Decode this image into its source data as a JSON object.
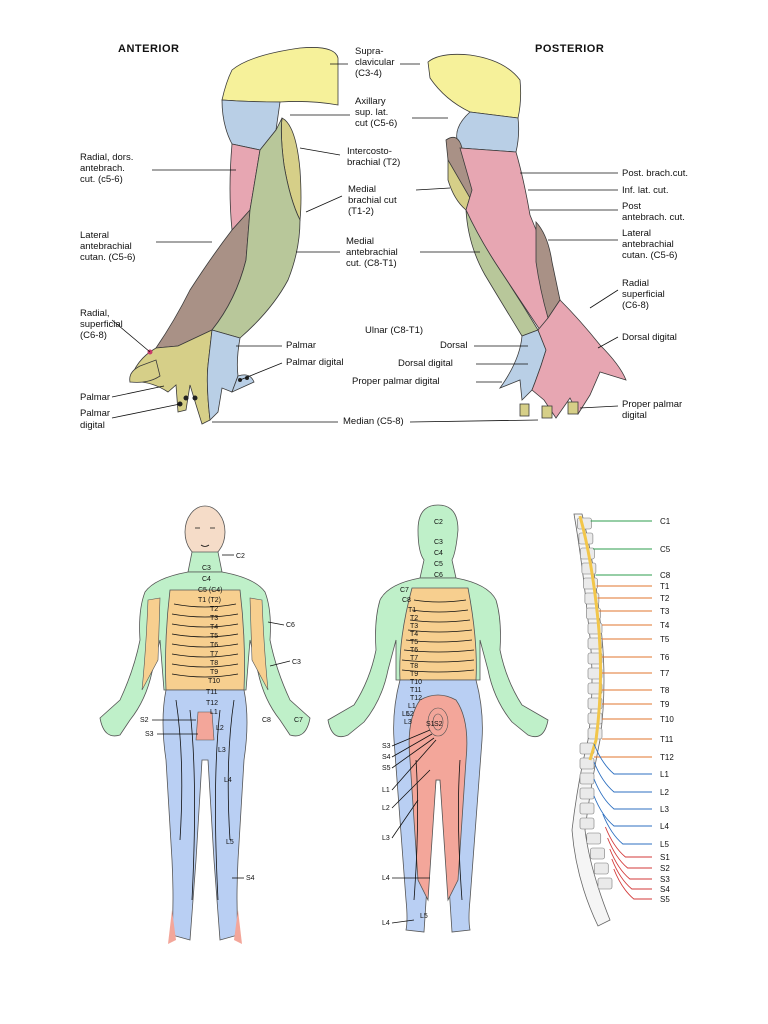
{
  "headers": {
    "anterior": "ANTERIOR",
    "posterior": "POSTERIOR"
  },
  "colors": {
    "yellow": "#f6f19a",
    "blue": "#b9cfe6",
    "pink": "#e7a6b2",
    "olive": "#d6cf88",
    "green": "#b8c79a",
    "brown": "#a99186",
    "body_green": "#bff0c9",
    "body_orange": "#f7cf8f",
    "body_blue": "#b9cff3",
    "body_red": "#f3a69a",
    "spine_cervical": "#2e9e4d",
    "spine_thoracic": "#e2742d",
    "spine_lumbar": "#2c6fc0",
    "spine_sacral": "#d33a3a",
    "spinal_cord": "#f2c64a"
  },
  "arm_labels": {
    "supraclavicular": [
      "Supra-",
      "clavicular",
      "(C3-4)"
    ],
    "axillary": [
      "Axillary",
      "sup. lat.",
      "cut (C5-6)"
    ],
    "radial_dors": [
      "Radial, dors.",
      "antebrach.",
      "cut. (c5-6)"
    ],
    "intercostobrachial": [
      "Intercosto-",
      "brachial (T2)"
    ],
    "medial_brachial": [
      "Medial",
      "brachial cut",
      "(T1-2)"
    ],
    "lateral_antebrachial_left": [
      "Lateral",
      "antebrachial",
      "cutan. (C5-6)"
    ],
    "medial_antebrachial": [
      "Medial",
      "antebrachial",
      "cut. (C8-T1)"
    ],
    "radial_superficial_left": [
      "Radial,",
      "superficial",
      "(C6-8)"
    ],
    "ulnar": "Ulnar (C8-T1)",
    "palmar_mid": "Palmar",
    "palmar_digital_mid": "Palmar digital",
    "palmar_left": "Palmar",
    "palmar_digital_left": [
      "Palmar",
      "digital"
    ],
    "median": "Median (C5-8)",
    "dorsal": "Dorsal",
    "dorsal_digital_mid": "Dorsal digital",
    "proper_palmar_digital_mid": "Proper palmar digital",
    "post_brach_cut": "Post. brach.cut.",
    "inf_lat_cut": "Inf. lat. cut.",
    "post_antebrach": [
      "Post",
      "antebrach. cut."
    ],
    "lateral_antebrachial_right": [
      "Lateral",
      "antebrachial",
      "cutan. (C5-6)"
    ],
    "radial_superficial_right": [
      "Radial",
      "superficial",
      "(C6-8)"
    ],
    "dorsal_digital_right": "Dorsal digital",
    "proper_palmar_digital_right": [
      "Proper palmar",
      "digital"
    ]
  },
  "front_body_labels": {
    "c2": "C2",
    "c3": "C3",
    "c4": "C4",
    "c5c4": "C5 (C4)",
    "t1t2": "T1 (T2)",
    "t2": "T2",
    "t3": "T3",
    "t4": "T4",
    "t5": "T5",
    "t6": "T6",
    "t7": "T7",
    "t8": "T8",
    "t9": "T9",
    "t10": "T10",
    "t11": "T11",
    "t12": "T12",
    "l1": "L1",
    "l2": "L2",
    "l3": "L3",
    "l4": "L4",
    "l5": "L5",
    "s2": "S2",
    "s3": "S3",
    "s4": "S4",
    "c6": "C6",
    "c3_arm": "C3",
    "c8": "C8",
    "c7": "C7"
  },
  "back_body_labels": {
    "c2": "C2",
    "c3": "C3",
    "c4": "C4",
    "c5": "C5",
    "c6": "C6",
    "c7": "C7",
    "c8": "C8",
    "t1": "T1",
    "t2": "T2",
    "t3": "T3",
    "t4": "T4",
    "t5": "T5",
    "t6": "T6",
    "t7": "T7",
    "t8": "T8",
    "t9": "T9",
    "t10": "T10",
    "t11": "T11",
    "t12": "T12",
    "l1": "L1",
    "l2": "L2",
    "l3": "L3",
    "l5": "L5",
    "s1": "S1",
    "s2": "S2",
    "s3": "S3",
    "s4": "S4",
    "s5": "S5",
    "l1_leg": "L1",
    "l2_leg": "L2",
    "l3_leg": "L3",
    "l4_leg": "L4",
    "l5_foot": "L5",
    "l4_foot": "L4"
  },
  "spine_labels": [
    "C1",
    "C5",
    "C8",
    "T1",
    "T2",
    "T3",
    "T4",
    "T5",
    "T6",
    "T7",
    "T8",
    "T9",
    "T10",
    "T11",
    "T12",
    "L1",
    "L2",
    "L3",
    "L4",
    "L5",
    "S1",
    "S2",
    "S3",
    "S4",
    "S5"
  ]
}
